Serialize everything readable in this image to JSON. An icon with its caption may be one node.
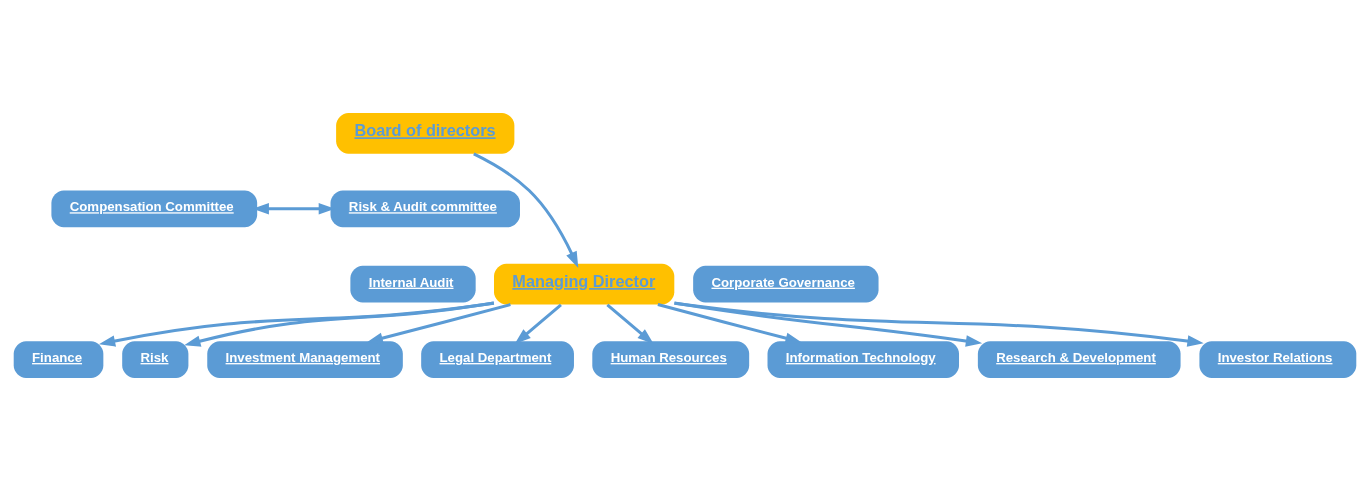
{
  "diagram": {
    "nodes": [
      {
        "text": [
          "Board of directors"
        ]
      },
      {
        "text": [
          "Compensation Committee"
        ]
      },
      {
        "text": [
          "Risk & Audit committee"
        ]
      },
      {
        "text": [
          "Managing Director"
        ]
      },
      {
        "text": [
          "Internal Audit"
        ]
      },
      {
        "text": [
          "Corporate Governance"
        ]
      },
      {
        "text": [
          "Finance"
        ]
      },
      {
        "text": [
          "Risk"
        ]
      },
      {
        "text": [
          "Investment Management"
        ]
      },
      {
        "text": [
          "Legal Department"
        ]
      },
      {
        "text": [
          "Human Resources"
        ]
      },
      {
        "text": [
          "Information Technology"
        ]
      },
      {
        "text": [
          "Research & Development"
        ]
      },
      {
        "text": [
          "Investor Relations"
        ]
      }
    ],
    "edges": [
      {
        "from": 1,
        "to": 2,
        "arrow": "both"
      },
      {
        "from": 0,
        "to": 3,
        "arrow": "to"
      },
      {
        "from": 3,
        "to": 6,
        "arrow": "to"
      },
      {
        "from": 3,
        "to": 7,
        "arrow": "to"
      },
      {
        "from": 3,
        "to": 8,
        "arrow": "to"
      },
      {
        "from": 3,
        "to": 9,
        "arrow": "to"
      },
      {
        "from": 3,
        "to": 10,
        "arrow": "to"
      },
      {
        "from": 3,
        "to": 11,
        "arrow": "to"
      },
      {
        "from": 3,
        "to": 12,
        "arrow": "to"
      },
      {
        "from": 3,
        "to": 13,
        "arrow": "to"
      }
    ]
  }
}
